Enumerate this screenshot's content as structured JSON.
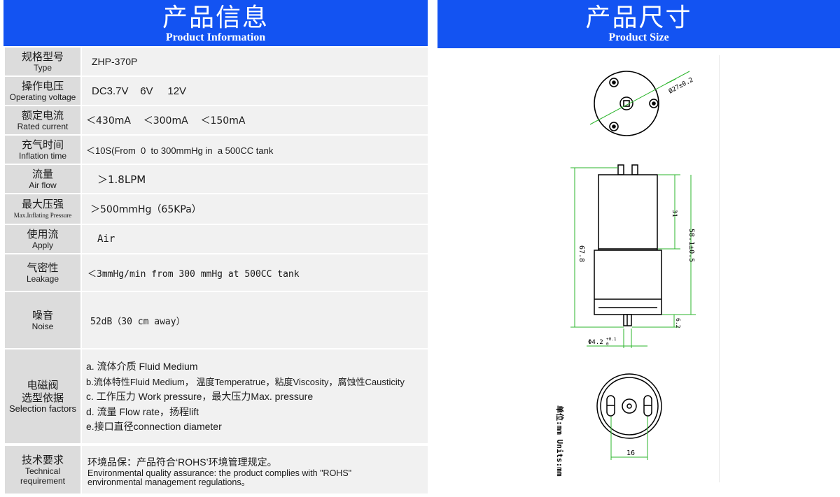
{
  "info_header": {
    "title_zh": "产品信息",
    "title_en": "Product Information"
  },
  "size_header": {
    "title_zh": "产品尺寸",
    "title_en": "Product Size"
  },
  "specs": {
    "type": {
      "label_zh": "规格型号",
      "label_en": "Type",
      "value": "ZHP-370P"
    },
    "voltage": {
      "label_zh": "操作电压",
      "label_en": "Operating voltage",
      "value": "DC3.7V    6V     12V"
    },
    "current": {
      "label_zh": "额定电流",
      "label_en": "Rated current",
      "value": "＜430mA    ＜300mA    ＜150mA"
    },
    "inflation": {
      "label_zh": "充气时间",
      "label_en": "Inflation time",
      "value": "＜10S(From  0  to 300mmHg in  a 500CC tank"
    },
    "flow": {
      "label_zh": "流量",
      "label_en": "Air flow",
      "value": "＞1.8LPM"
    },
    "pressure": {
      "label_zh": "最大压强",
      "label_en": "Max.Inflating Pressure",
      "value": "＞500mmHg（65KPa）"
    },
    "apply": {
      "label_zh": "使用流",
      "label_en": "Apply",
      "value": "Air"
    },
    "leakage": {
      "label_zh": "气密性",
      "label_en": "Leakage",
      "value": "＜3mmHg/min from 300 mmHg at 500CC tank"
    },
    "noise": {
      "label_zh": "噪音",
      "label_en": "Noise",
      "value": "52dB（30 cm away）"
    },
    "selection": {
      "label_zh_1": "电磁阀",
      "label_zh_2": "选型依据",
      "label_en": "Selection factors",
      "items": [
        "a. 流体介质  Fluid Medium",
        "b.流体特性Fluid Medium，  温度Temperatrue，粘度Viscosity，腐蚀性Causticity",
        "c. 工作压力  Work  pressure，最大压力Max.  pressure",
        "d. 流量  Flow rate，扬程lift",
        "e.接口直径connection diameter"
      ]
    },
    "tech": {
      "label_zh": "技术要求",
      "label_en_1": "Technical",
      "label_en_2": "requirement",
      "line_zh": "环境品保：产品符合‘ROHS’环境管理规定。",
      "line_en_1": "Environmental quality assurance: the product complies with \"ROHS\"",
      "line_en_2": "environmental management regulations。"
    }
  },
  "drawing": {
    "top_dim": "Ø27±0.2",
    "height_31": "31",
    "height_58": "58.1±0.5",
    "height_67": "67.8",
    "shaft_len": "6.2",
    "shaft_dia": "Φ4.2",
    "shaft_tol": "+0.1\n0",
    "hole_spacing": "16",
    "units": "单位:mm  Units:mm"
  }
}
